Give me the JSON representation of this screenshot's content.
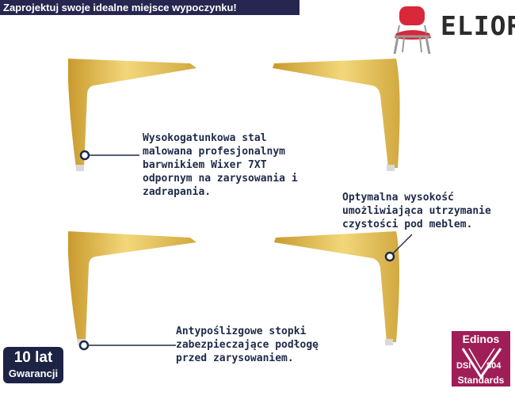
{
  "banner": {
    "text": "Zaprojektuj swoje idealne miejsce wypoczynku!"
  },
  "brand": {
    "name": "ELIOR",
    "chair_color": "#d8283a",
    "banner_color": "#262650"
  },
  "callouts": {
    "steel": {
      "lines": [
        "Wysokogatunkowa stal",
        "malowana profesjonalnym",
        "barwnikiem Wixer 7XT",
        "odpornym na zarysowania i",
        "zadrapania."
      ]
    },
    "height": {
      "lines": [
        "Optymalna wysokość",
        "umożliwiająca utrzymanie",
        "czystości pod meblem."
      ]
    },
    "feet": {
      "lines": [
        "Antypoślizgowe stopki",
        "zabezpieczające podłogę",
        "przed zarysowaniem."
      ]
    }
  },
  "badges": {
    "warranty": {
      "line1": "10 lat",
      "line2": "Gwarancji"
    },
    "edinos": {
      "name": "Edinos",
      "left": "DSI",
      "right": "804",
      "bottom": "Standards",
      "color": "#a01e57"
    }
  },
  "product": {
    "leg_color": "#e3c04f"
  }
}
